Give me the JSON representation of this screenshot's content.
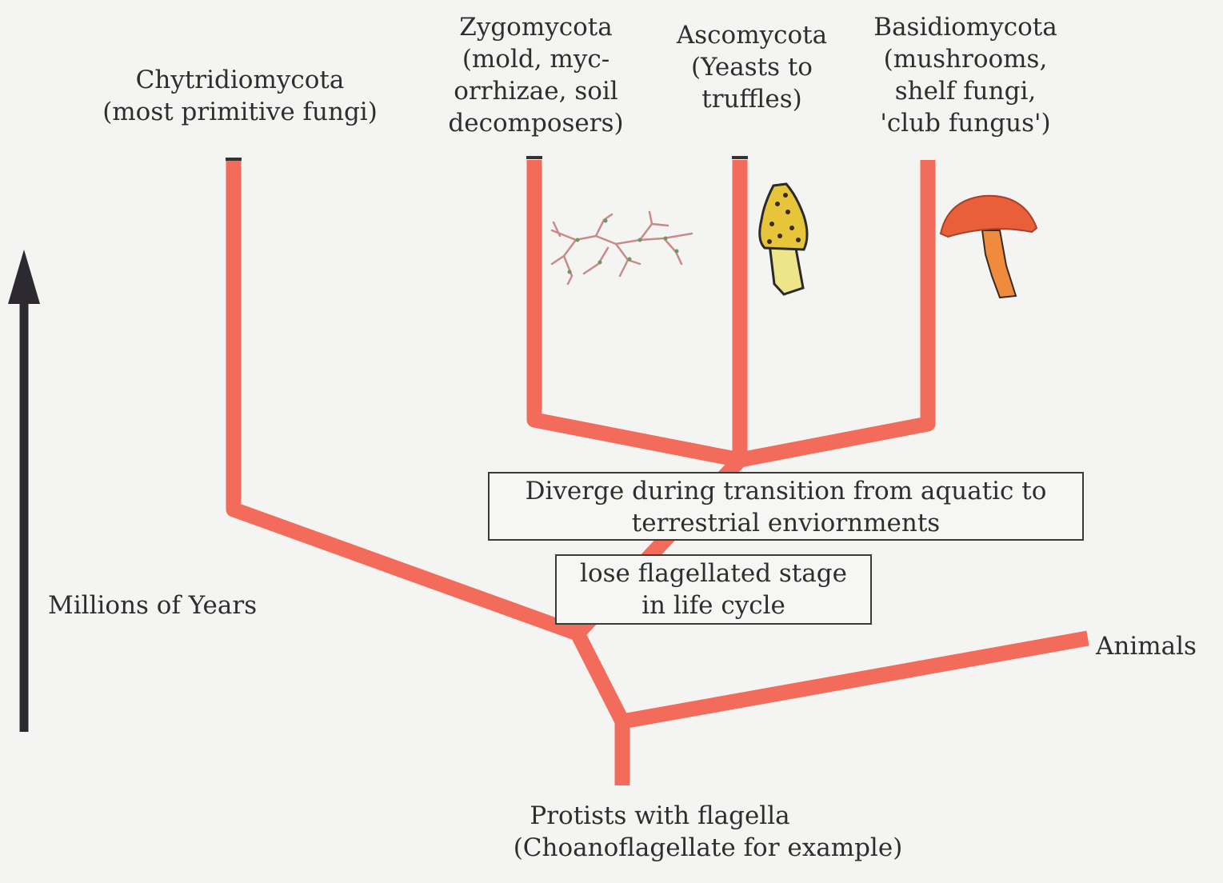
{
  "axis": {
    "label": "Millions of Years"
  },
  "root": {
    "line1": "Protists with flagella",
    "line2": "(Choanoflagellate for example)"
  },
  "outgroup": {
    "label": "Animals"
  },
  "taxa": [
    {
      "name": "Chytridiomycota",
      "line2": "(most primitive fungi)"
    },
    {
      "name": "Zygomycota",
      "line2": "(mold, myc-",
      "line3": "orrhizae, soil",
      "line4": "decomposers)"
    },
    {
      "name": "Ascomycota",
      "line2": "(Yeasts to",
      "line3": "truffles)"
    },
    {
      "name": "Basidiomycota",
      "line2": "(mushrooms,",
      "line3": "shelf fungi,",
      "line4": "'club fungus')"
    }
  ],
  "events": {
    "flagella_loss": {
      "line1": "lose flagellated stage",
      "line2": "in life cycle"
    },
    "terrestrial": {
      "line1": "Diverge during transition from aquatic to",
      "line2": "terrestrial enviornments"
    }
  },
  "colors": {
    "branch": "#f36b5b",
    "arrow": "#2c2a30",
    "mushroom_cap": "#e85f3a",
    "mushroom_stem": "#f08a3c",
    "morel_cap": "#e7c53a",
    "morel_stem": "#eee48a",
    "hyphae": "#c98a8a"
  }
}
